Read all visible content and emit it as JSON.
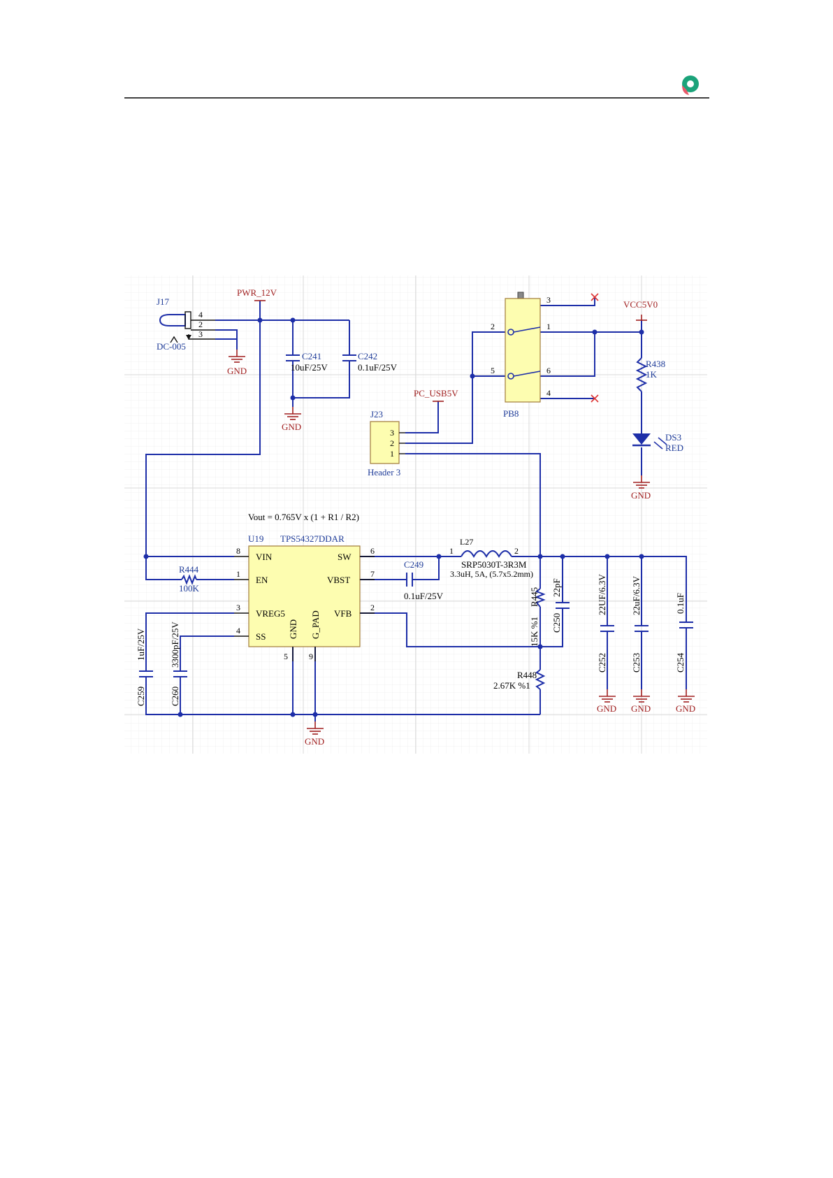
{
  "colors": {
    "wire": "#1d2ea8",
    "net": "#a01f1f",
    "body": "#fdfdb0",
    "grid": "#e8e8e8"
  },
  "logo": {
    "icon": "location-pin-logo-icon"
  },
  "schematic": {
    "formula": "Vout = 0.765V x (1 + R1 / R2)",
    "power": {
      "pwr12": "PWR_12V",
      "pcusb": "PC_USB5V",
      "vcc5": "VCC5V0",
      "gnd": "GND"
    },
    "j17": {
      "ref": "J17",
      "value": "DC-005",
      "p4": "4",
      "p2": "2",
      "p3": "3"
    },
    "c241": {
      "ref": "C241",
      "value": "10uF/25V"
    },
    "c242": {
      "ref": "C242",
      "value": "0.1uF/25V"
    },
    "j23": {
      "ref": "J23",
      "value": "Header 3",
      "p3": "3",
      "p2": "2",
      "p1": "1"
    },
    "pb8": {
      "ref": "PB8",
      "p1": "1",
      "p2": "2",
      "p3": "3",
      "p4": "4",
      "p5": "5",
      "p6": "6"
    },
    "r438": {
      "ref": "R438",
      "value": "1K"
    },
    "ds3": {
      "ref": "DS3",
      "value": "RED"
    },
    "u19": {
      "ref": "U19",
      "value": "TPS54327DDAR",
      "vin": "VIN",
      "en": "EN",
      "vreg5": "VREG5",
      "ss": "SS",
      "sw": "SW",
      "vbst": "VBST",
      "vfb": "VFB",
      "gnd": "GND",
      "gpad": "G_PAD",
      "p8": "8",
      "p1": "1",
      "p3": "3",
      "p4": "4",
      "p6": "6",
      "p7": "7",
      "p2": "2",
      "p5": "5",
      "p9": "9"
    },
    "r444": {
      "ref": "R444",
      "value": "100K"
    },
    "c249": {
      "ref": "C249",
      "value": "0.1uF/25V"
    },
    "l27": {
      "ref": "L27",
      "value": "SRP5030T-3R3M",
      "desc": "3.3uH, 5A, (5.7x5.2mm)",
      "p1": "1",
      "p2": "2"
    },
    "r445": {
      "ref": "R445",
      "value": "15K %1"
    },
    "r448": {
      "ref": "R448",
      "value": "2.67K %1"
    },
    "c250": {
      "ref": "C250",
      "value": "22pF"
    },
    "c252": {
      "ref": "C252",
      "value": "22UF/6.3V"
    },
    "c253": {
      "ref": "C253",
      "value": "22uF/6.3V"
    },
    "c254": {
      "ref": "C254",
      "value": "0.1uF"
    },
    "c259": {
      "ref": "C259",
      "value": "1uF/25V"
    },
    "c260": {
      "ref": "C260",
      "value": "3300pF/25V"
    }
  }
}
